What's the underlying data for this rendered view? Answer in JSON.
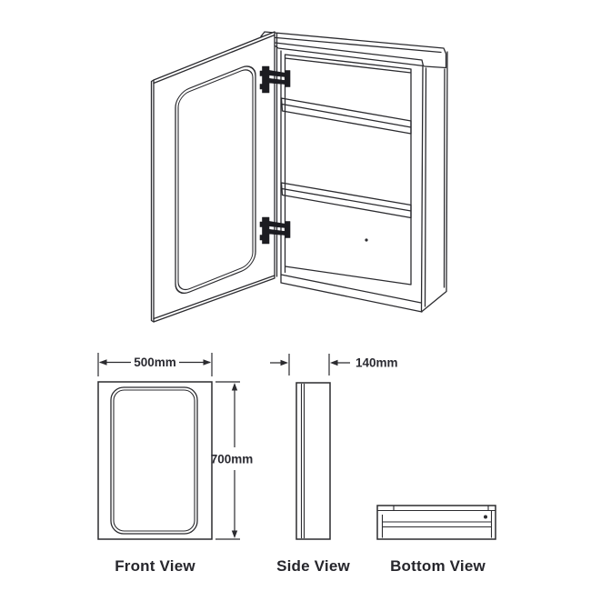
{
  "colors": {
    "background": "#ffffff",
    "line": "#2b2b2f",
    "hinge_fill": "#1c1c21",
    "text": "#2a2a31"
  },
  "views": {
    "front": {
      "label": "Front View",
      "width_dimension": "500mm",
      "height_dimension": "700mm"
    },
    "side": {
      "label": "Side View",
      "depth_dimension": "140mm"
    },
    "bottom": {
      "label": "Bottom View"
    }
  }
}
